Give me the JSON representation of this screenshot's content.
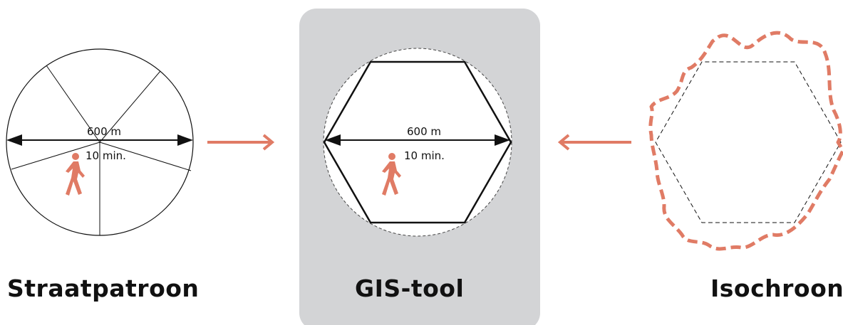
{
  "colors": {
    "accent": "#e07b65",
    "highlight_panel": "#d3d4d6",
    "line": "#111111",
    "background": "#ffffff"
  },
  "panels": {
    "left": {
      "title": "Straatpatroon",
      "distance_label": "600 m",
      "time_label": "10 min.",
      "icon": "pedestrian-icon"
    },
    "middle": {
      "title": "GIS-tool",
      "distance_label": "600 m",
      "time_label": "10 min.",
      "icon": "pedestrian-icon"
    },
    "right": {
      "title": "Isochroon"
    }
  },
  "arrows": {
    "left_to_middle": "arrow-right-icon",
    "right_to_middle": "arrow-left-icon"
  }
}
